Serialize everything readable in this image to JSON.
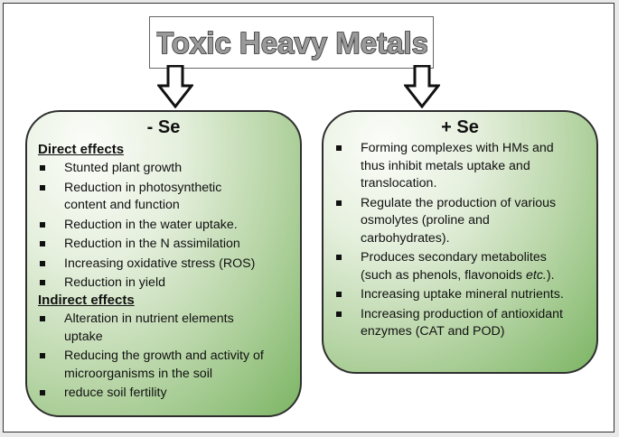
{
  "title": "Toxic Heavy Metals",
  "left_panel": {
    "heading": "- Se",
    "direct_heading": "Direct effects",
    "direct_items": [
      [
        "Stunted plant growth"
      ],
      [
        "Reduction in photosynthetic",
        "content and function"
      ],
      [
        "Reduction in the water uptake."
      ],
      [
        "Reduction in the N assimilation"
      ],
      [
        "Increasing oxidative stress (ROS)"
      ],
      [
        "Reduction in yield"
      ]
    ],
    "indirect_heading": "Indirect effects",
    "indirect_items": [
      [
        "Alteration in nutrient elements",
        "uptake"
      ],
      [
        "Reducing the growth and activity of",
        "microorganisms in the soil"
      ],
      [
        "reduce soil fertility"
      ]
    ]
  },
  "right_panel": {
    "heading": "+ Se",
    "items": [
      [
        "Forming complexes with HMs and",
        "thus inhibit metals uptake and",
        "translocation."
      ],
      [
        "Regulate the production of various",
        "osmolytes (proline and",
        "carbohydrates)."
      ],
      [
        "Produces secondary metabolites",
        "(such as phenols, flavonoids etc.)."
      ],
      [
        "Increasing uptake mineral nutrients."
      ],
      [
        "Increasing production of antioxidant",
        "enzymes (CAT and POD)"
      ]
    ],
    "italic_word": "etc."
  }
}
